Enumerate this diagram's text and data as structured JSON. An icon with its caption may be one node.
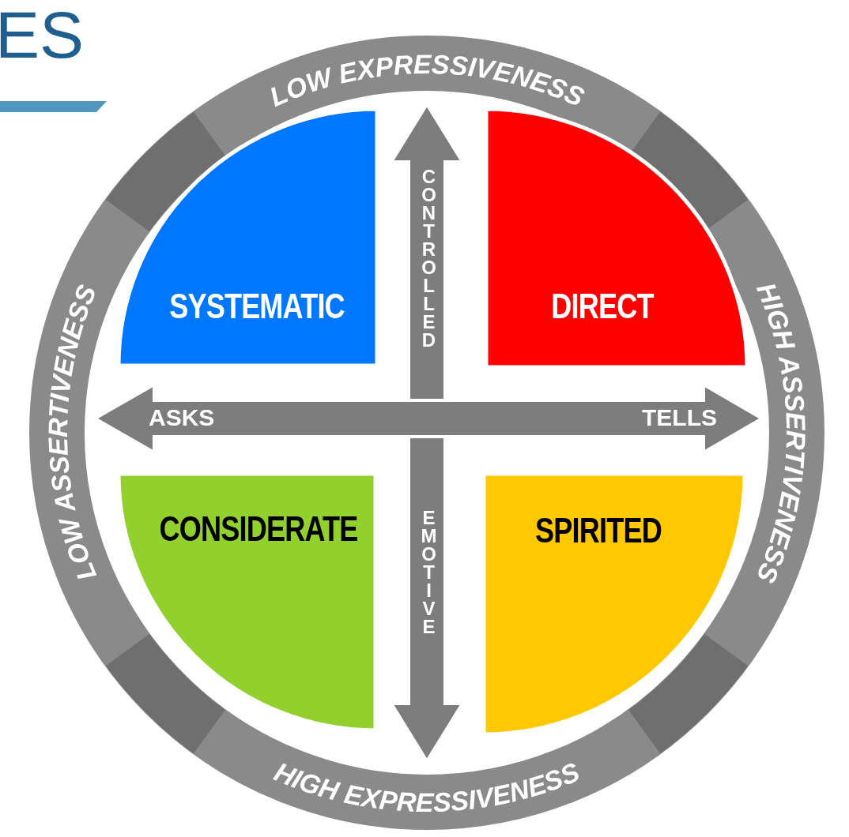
{
  "diagram": {
    "title": "ES",
    "nodes": [
      {
        "text": [
          "SYSTEMATIC"
        ]
      },
      {
        "text": [
          "DIRECT"
        ]
      },
      {
        "text": [
          "CONSIDERATE"
        ]
      },
      {
        "text": [
          "SPIRITED"
        ]
      }
    ],
    "edges": [],
    "labels": [
      "LOW EXPRESSIVENESS",
      "LOW ASSERTIVENESS",
      "HIGH ASSERTIVENESS",
      "CONTROLLED",
      "ASKS",
      "TELLS",
      "EMOTIVE",
      "HIGH EXPRESSIVENESS"
    ]
  }
}
